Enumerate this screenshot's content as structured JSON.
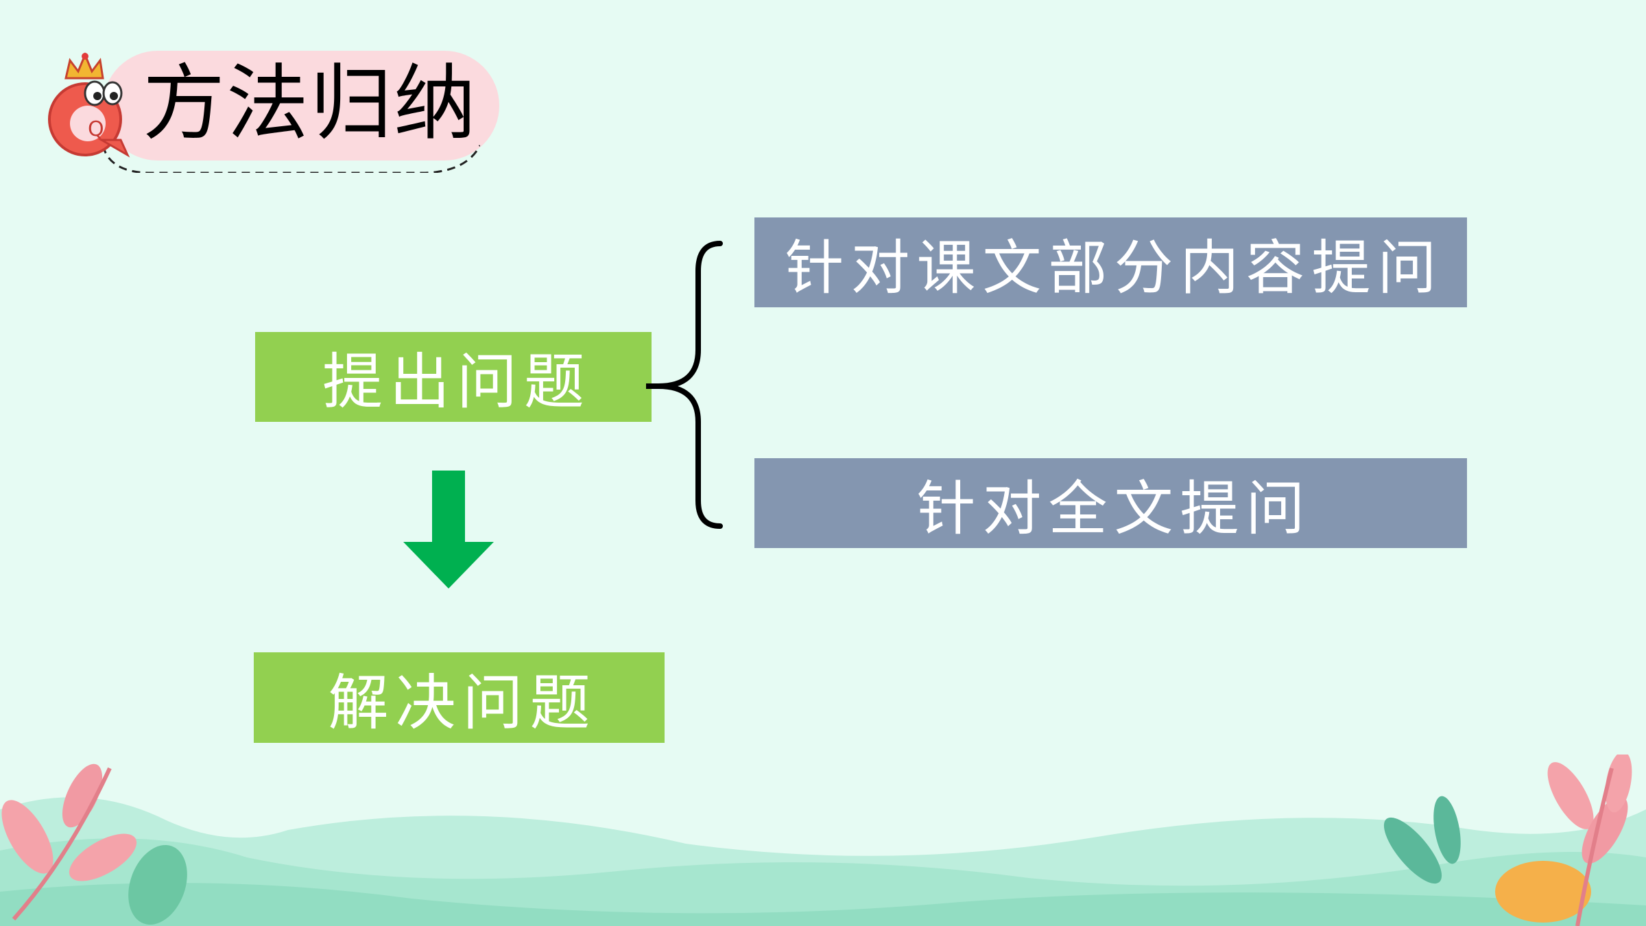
{
  "slide": {
    "title": "方法归纳",
    "badge_letter": "Q"
  },
  "diagram": {
    "ask": "提出问题",
    "solve": "解决问题",
    "branches": [
      "针对课文部分内容提问",
      "针对全文提问"
    ]
  },
  "colors": {
    "background": "#e6fbf3",
    "green_box": "#92d050",
    "blue_box": "#8496b0",
    "arrow": "#00b050",
    "title_pill": "#fbdade"
  }
}
